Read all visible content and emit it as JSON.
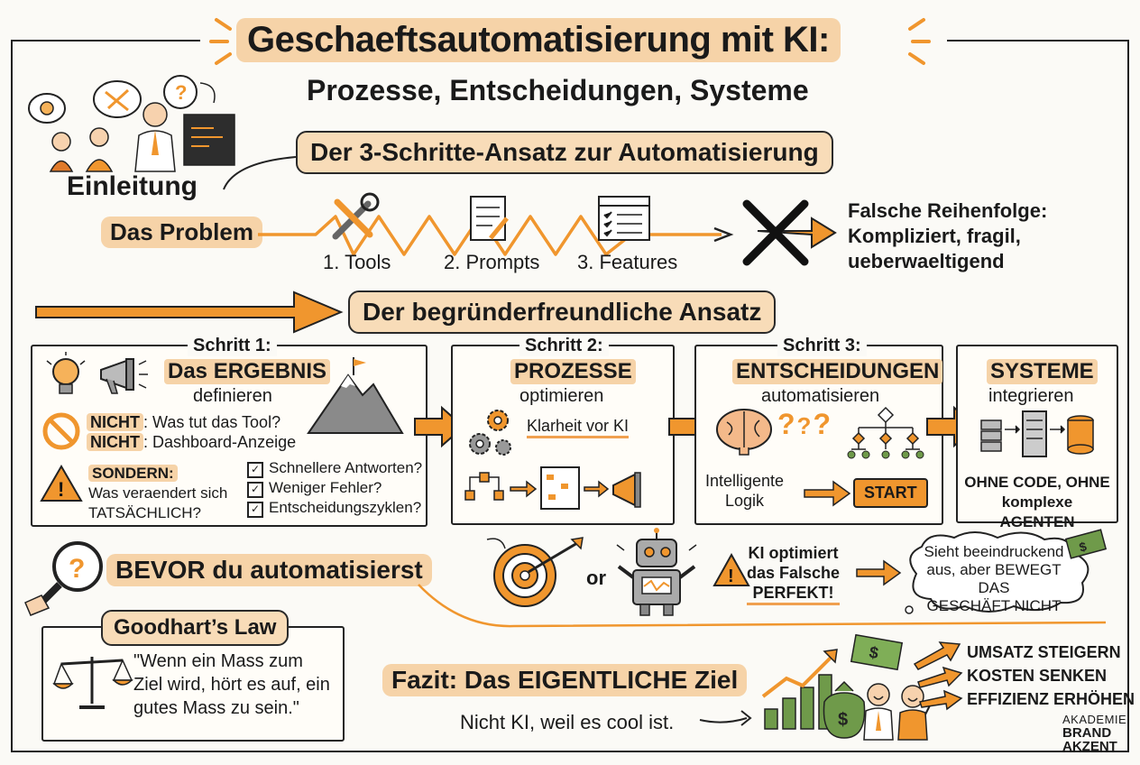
{
  "header": {
    "title": "Geschaeftsautomatisierung mit KI:",
    "subtitle": "Prozesse, Entscheidungen, Systeme"
  },
  "intro": {
    "label": "Einleitung"
  },
  "approach": {
    "label": "Der 3-Schritte-Ansatz zur Automatisierung"
  },
  "problem": {
    "label": "Das Problem",
    "steps": [
      "1. Tools",
      "2. Prompts",
      "3. Features"
    ],
    "wrong_title": "Falsche Reihenfolge:",
    "wrong_line2": "Kompliziert, fragil,",
    "wrong_line3": "ueberwaeltigend"
  },
  "friendly": {
    "label": "Der begründerfreundliche Ansatz"
  },
  "step1": {
    "label": "Schritt 1:",
    "title": "Das ERGEBNIS",
    "subtitle": "definieren",
    "not1_key": "NICHT",
    "not1_text": ": Was tut das Tool?",
    "not2_key": "NICHT",
    "not2_text": ": Dashboard-Anzeige",
    "but_key": "SONDERN:",
    "but_line1": "Was veraendert sich",
    "but_line2": "TATSÄCHLICH?",
    "checks": [
      "Schnellere Antworten?",
      "Weniger Fehler?",
      "Entscheidungszyklen?"
    ]
  },
  "step2": {
    "label": "Schritt 2:",
    "title": "PROZESSE",
    "subtitle": "optimieren",
    "note": "Klarheit vor KI"
  },
  "step3": {
    "label": "Schritt 3:",
    "title": "ENTSCHEIDUNGEN",
    "subtitle": "automatisieren",
    "logic_line1": "Intelligente",
    "logic_line2": "Logik",
    "start": "START"
  },
  "step4": {
    "title": "SYSTEME",
    "subtitle": "integrieren",
    "note_line1": "OHNE CODE, OHNE",
    "note_line2": "komplexe AGENTEN"
  },
  "before": {
    "label": "BEVOR du automatisierst",
    "or": "or",
    "warn_line1": "KI optimiert",
    "warn_line2": "das Falsche",
    "warn_line3": "PERFEKT!",
    "cloud_line1": "Sieht beeindruckend",
    "cloud_line2": "aus, aber BEWEGT DAS",
    "cloud_line3": "GESCHÄFT NICHT"
  },
  "goodhart": {
    "label": "Goodhart’s Law",
    "quote_line1": "\"Wenn ein Mass zum",
    "quote_line2": "Ziel wird, hört es auf, ein",
    "quote_line3": "gutes Mass zu sein.\""
  },
  "conclusion": {
    "label": "Fazit: Das EIGENTLICHE Ziel",
    "note": "Nicht KI, weil es cool ist.",
    "goals": [
      "UMSATZ STEIGERN",
      "KOSTEN SENKEN",
      "EFFIZIENZ ERHÖHEN"
    ]
  },
  "brand": {
    "line1": "AKADEMIE",
    "line2": "BRAND",
    "line3": "AKZENT"
  },
  "colors": {
    "accent": "#f0962e",
    "highlight": "#f6d3a8",
    "ink": "#1f1f1f",
    "green": "#6f9a4a"
  }
}
